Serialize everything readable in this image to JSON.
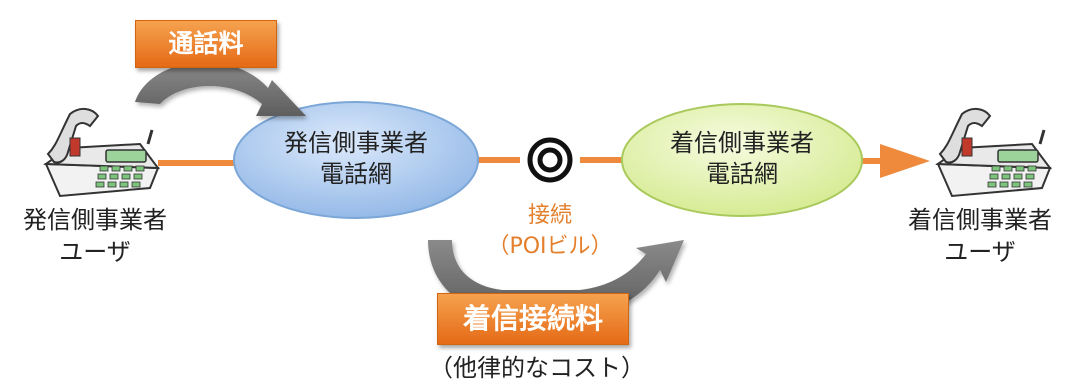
{
  "fees": {
    "call_fee": "通話料",
    "termination_fee": "着信接続料",
    "termination_note": "（他律的なコスト）"
  },
  "networks": {
    "originating": [
      "発信側事業者",
      "電話網"
    ],
    "terminating": [
      "着信側事業者",
      "電話網"
    ]
  },
  "connection": {
    "symbol": "◎",
    "label": "接続",
    "sublabel": "（POIビル）"
  },
  "users": {
    "originating": [
      "発信側事業者",
      "ユーザ"
    ],
    "terminating": [
      "着信側事業者",
      "ユーザ"
    ]
  },
  "colors": {
    "link": "#ef8a3c",
    "fee_box": "#ec7a22",
    "originating_net": "#a8c8ee",
    "terminating_net": "#e6f3b4",
    "payment_arrow": "#6f6f6f",
    "connection_text": "#e47f2c"
  },
  "icons": [
    "phone-icon",
    "phone-icon"
  ]
}
